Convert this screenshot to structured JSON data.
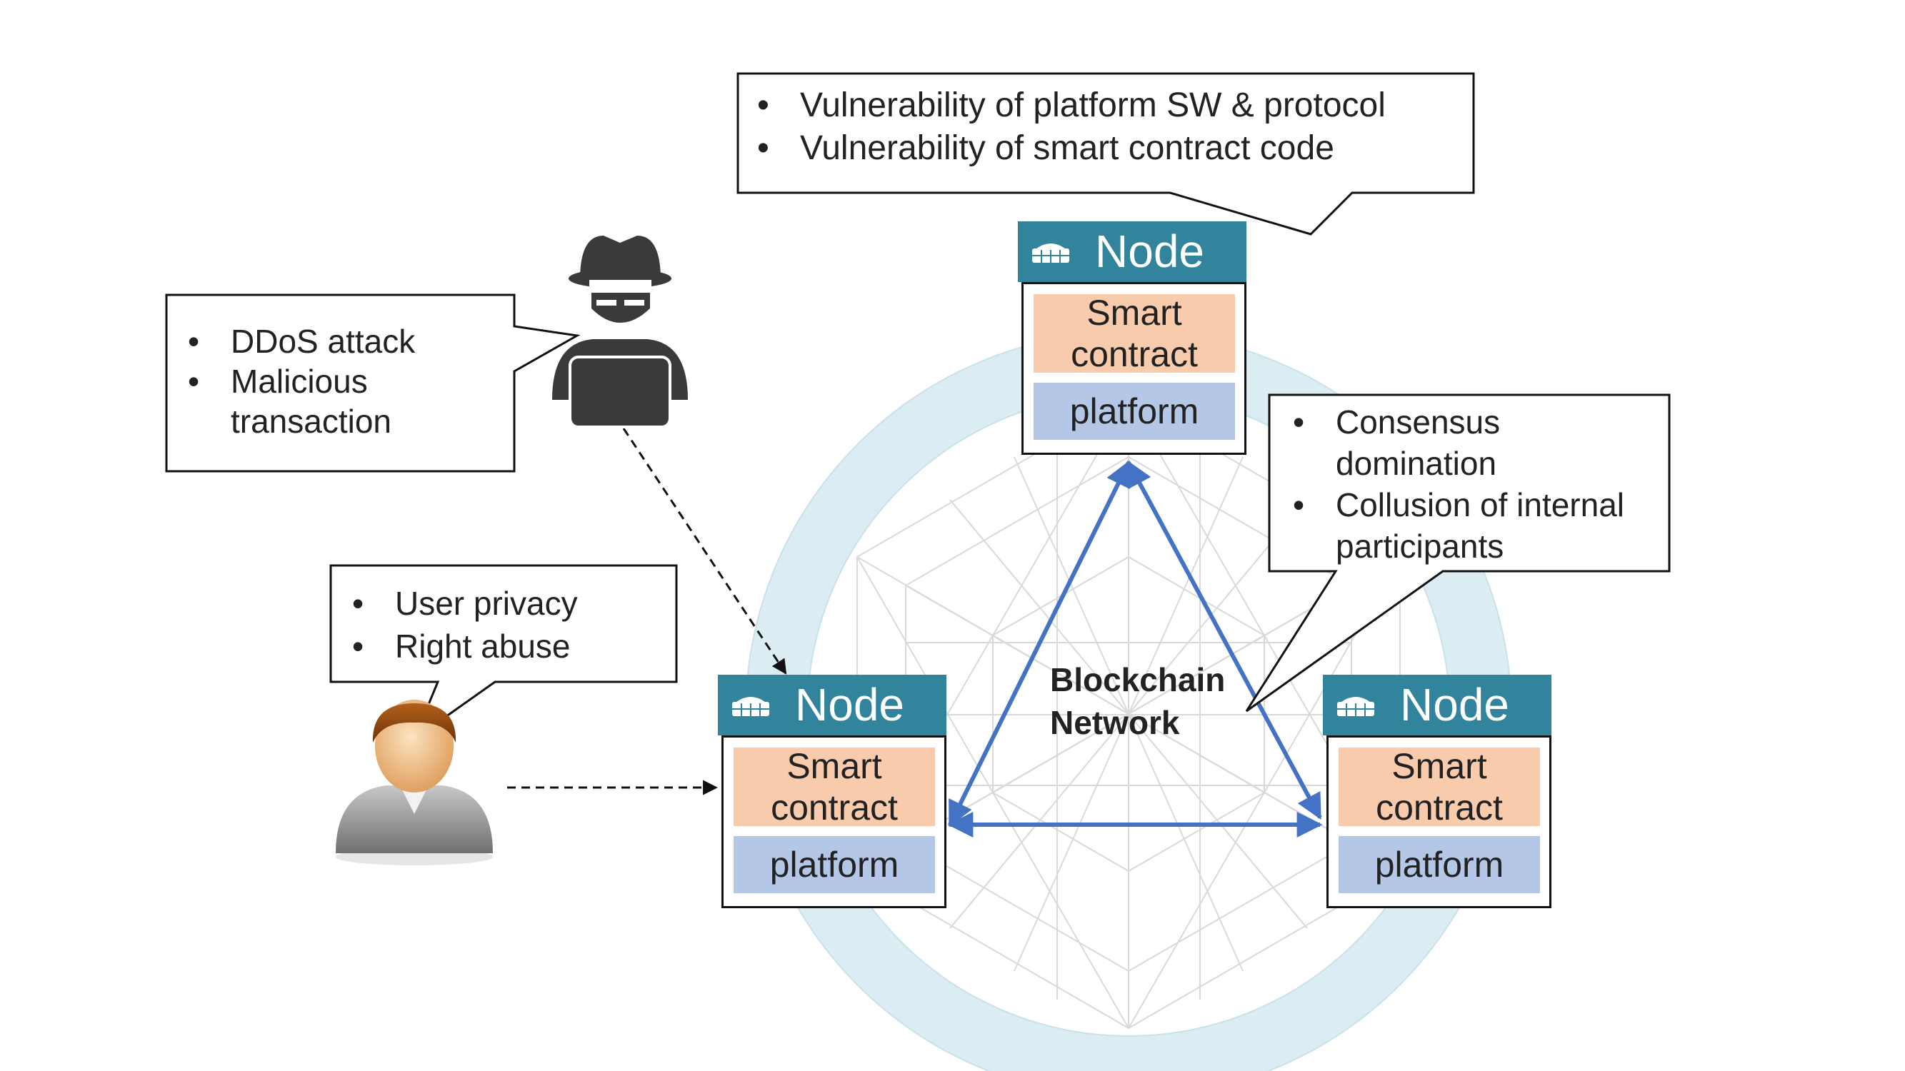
{
  "callouts": {
    "platform": [
      "Vulnerability of platform SW & protocol",
      "Vulnerability of smart contract code"
    ],
    "attacker": [
      "DDoS attack",
      "Malicious",
      "transaction"
    ],
    "user": [
      "User privacy",
      "Right abuse"
    ],
    "consensus": [
      "Consensus",
      "domination",
      "Collusion of internal",
      "participants"
    ]
  },
  "nodes": [
    {
      "title": "Node",
      "smart_contract": "Smart contract",
      "platform": "platform"
    },
    {
      "title": "Node",
      "smart_contract": "Smart contract",
      "platform": "platform"
    },
    {
      "title": "Node",
      "smart_contract": "Smart contract",
      "platform": "platform"
    }
  ],
  "network": {
    "line1": "Blockchain",
    "line2": "Network"
  },
  "icons": {
    "attacker": "hacker-icon",
    "user": "user-icon",
    "node": "server-icon"
  },
  "colors": {
    "node_header": "#31849b",
    "smart_contract": "#f8cbad",
    "platform": "#b4c7e7",
    "network_ring": "#dbecf2",
    "links": "#4472c4"
  }
}
